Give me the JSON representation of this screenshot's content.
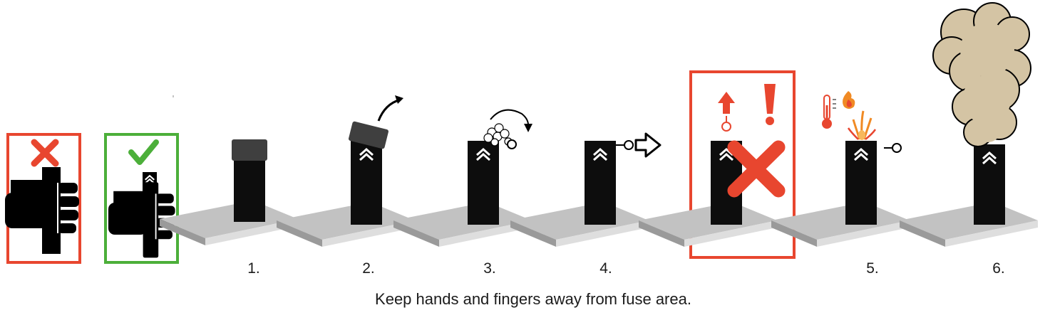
{
  "caption": "Keep hands and fingers away from fuse area.",
  "steps": [
    {
      "label": "1."
    },
    {
      "label": "2."
    },
    {
      "label": "3."
    },
    {
      "label": "4."
    },
    {
      "label": "5."
    },
    {
      "label": "6."
    }
  ],
  "colors": {
    "warning_red": "#e8462f",
    "ok_green": "#4caf3a",
    "canister": "#0d0d0d",
    "cap": "#3f3f3f",
    "platform": "#bdbdbd",
    "smoke": "#d4c4a4",
    "spark_orange": "#f08a24"
  },
  "icons": [
    "cross-icon",
    "check-icon",
    "hand-icon",
    "arrow-icon",
    "exclamation-icon",
    "thermometer-icon",
    "flame-icon",
    "smoke-cloud-icon"
  ]
}
